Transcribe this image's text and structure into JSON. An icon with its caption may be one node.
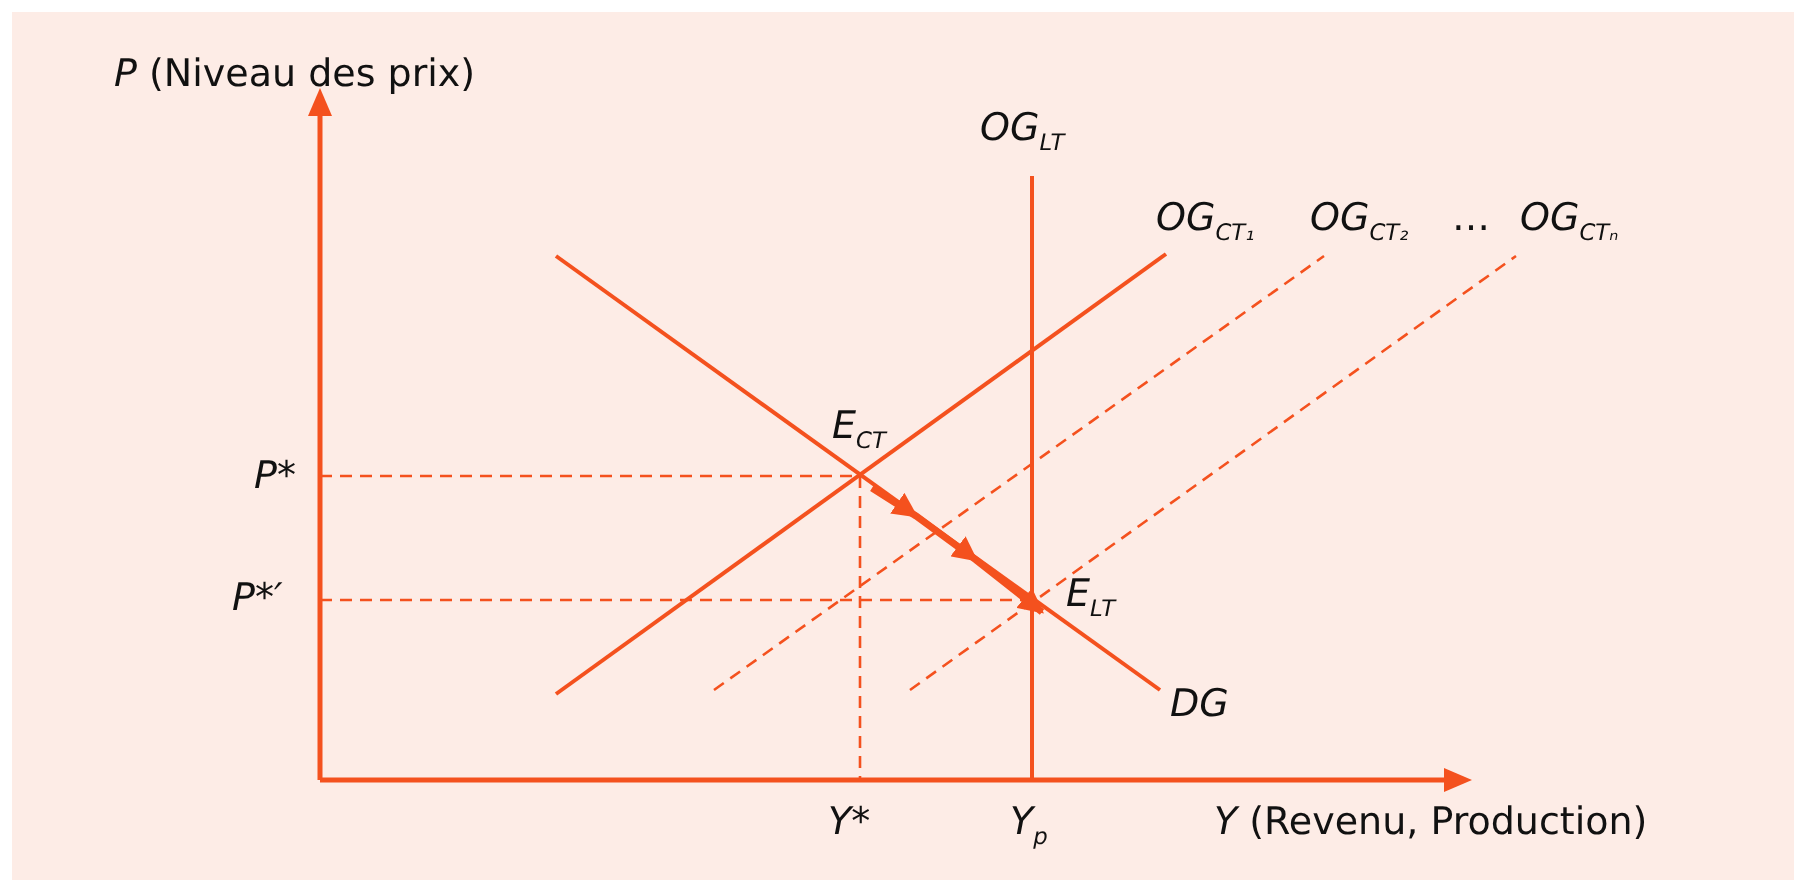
{
  "diagram": {
    "nodes": [
      {
        "text": [
          "E$_{CT}$"
        ]
      },
      {
        "text": [
          "E$_{LT}$"
        ]
      }
    ],
    "edges": [
      {
        "from": 0,
        "to": 1,
        "arrow": "to"
      }
    ],
    "labels": [
      "*P* (Niveau des prix)",
      "OG$_{LT}$",
      "OG$_{CT₁}$",
      "OG$_{CT₂}$",
      "…",
      "OG$_{CTₙ}$",
      "P*",
      "P*′",
      "DG",
      "Y*",
      "Y$_{p}$",
      "*Y* (Revenu, Production)"
    ]
  }
}
